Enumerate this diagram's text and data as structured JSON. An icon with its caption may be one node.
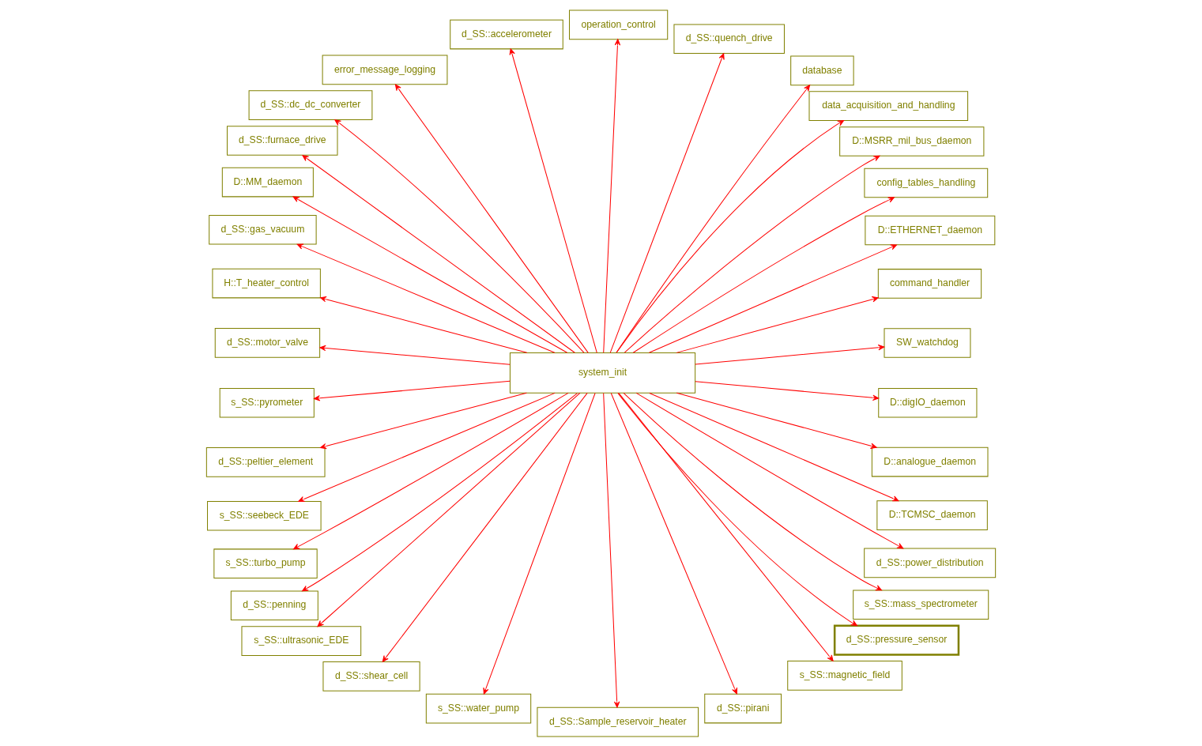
{
  "diagram": {
    "nodes": [
      {
        "text": [
          "SW_watchdog"
        ]
      },
      {
        "text": [
          "command_handler"
        ]
      },
      {
        "text": [
          "D::ETHERNET_daemon"
        ]
      },
      {
        "text": [
          "config_tables_handling"
        ]
      },
      {
        "text": [
          "D::MSRR_mil_bus_daemon"
        ]
      },
      {
        "text": [
          "data_acquisition_and_handling"
        ]
      },
      {
        "text": [
          "database"
        ]
      },
      {
        "text": [
          "d_SS::quench_drive"
        ]
      },
      {
        "text": [
          "operation_control"
        ]
      },
      {
        "text": [
          "d_SS::accelerometer"
        ]
      },
      {
        "text": [
          "error_message_logging"
        ]
      },
      {
        "text": [
          "d_SS::dc_dc_converter"
        ]
      },
      {
        "text": [
          "d_SS::furnace_drive"
        ]
      },
      {
        "text": [
          "D::MM_daemon"
        ]
      },
      {
        "text": [
          "d_SS::gas_vacuum"
        ]
      },
      {
        "text": [
          "H::T_heater_control"
        ]
      },
      {
        "text": [
          "system_init"
        ]
      },
      {
        "text": [
          "d_SS::motor_valve"
        ]
      },
      {
        "text": [
          "s_SS::pyrometer"
        ]
      },
      {
        "text": [
          "d_SS::peltier_element"
        ]
      },
      {
        "text": [
          "s_SS::seebeck_EDE"
        ]
      },
      {
        "text": [
          "s_SS::turbo_pump"
        ]
      },
      {
        "text": [
          "d_SS::penning"
        ]
      },
      {
        "text": [
          "s_SS::ultrasonic_EDE"
        ]
      },
      {
        "text": [
          "d_SS::shear_cell"
        ]
      },
      {
        "text": [
          "s_SS::water_pump"
        ]
      },
      {
        "text": [
          "d_SS::Sample_reservoir_heater"
        ]
      },
      {
        "text": [
          "d_SS::pirani"
        ]
      },
      {
        "text": [
          "s_SS::magnetic_field"
        ]
      },
      {
        "text": [
          "d_SS::pressure_sensor"
        ]
      },
      {
        "text": [
          "s_SS::mass_spectrometer"
        ]
      },
      {
        "text": [
          "d_SS::power_distribution"
        ]
      },
      {
        "text": [
          "D::TCMSC_daemon"
        ]
      },
      {
        "text": [
          "D::analogue_daemon"
        ]
      },
      {
        "text": [
          "D::digIO_daemon"
        ]
      }
    ],
    "edges": [
      {
        "from": 16,
        "to": 0,
        "arrow": "to"
      },
      {
        "from": 16,
        "to": 1,
        "arrow": "to"
      },
      {
        "from": 16,
        "to": 2,
        "arrow": "to"
      },
      {
        "from": 16,
        "to": 3,
        "arrow": "to"
      },
      {
        "from": 16,
        "to": 4,
        "arrow": "to"
      },
      {
        "from": 16,
        "to": 5,
        "arrow": "to"
      },
      {
        "from": 16,
        "to": 6,
        "arrow": "to"
      },
      {
        "from": 16,
        "to": 7,
        "arrow": "to"
      },
      {
        "from": 16,
        "to": 8,
        "arrow": "to"
      },
      {
        "from": 16,
        "to": 9,
        "arrow": "to"
      },
      {
        "from": 16,
        "to": 10,
        "arrow": "to"
      },
      {
        "from": 16,
        "to": 11,
        "arrow": "to"
      },
      {
        "from": 16,
        "to": 12,
        "arrow": "to"
      },
      {
        "from": 16,
        "to": 13,
        "arrow": "to"
      },
      {
        "from": 16,
        "to": 14,
        "arrow": "to"
      },
      {
        "from": 16,
        "to": 15,
        "arrow": "to"
      },
      {
        "from": 16,
        "to": 17,
        "arrow": "to"
      },
      {
        "from": 16,
        "to": 18,
        "arrow": "to"
      },
      {
        "from": 16,
        "to": 19,
        "arrow": "to"
      },
      {
        "from": 16,
        "to": 20,
        "arrow": "to"
      },
      {
        "from": 16,
        "to": 21,
        "arrow": "to"
      },
      {
        "from": 16,
        "to": 22,
        "arrow": "to"
      },
      {
        "from": 16,
        "to": 23,
        "arrow": "to"
      },
      {
        "from": 16,
        "to": 24,
        "arrow": "to"
      },
      {
        "from": 16,
        "to": 25,
        "arrow": "to"
      },
      {
        "from": 16,
        "to": 26,
        "arrow": "to"
      },
      {
        "from": 16,
        "to": 27,
        "arrow": "to"
      },
      {
        "from": 16,
        "to": 28,
        "arrow": "to"
      },
      {
        "from": 16,
        "to": 29,
        "arrow": "to"
      },
      {
        "from": 16,
        "to": 30,
        "arrow": "to"
      },
      {
        "from": 16,
        "to": 31,
        "arrow": "to"
      },
      {
        "from": 16,
        "to": 32,
        "arrow": "to"
      },
      {
        "from": 16,
        "to": 33,
        "arrow": "to"
      },
      {
        "from": 16,
        "to": 34,
        "arrow": "to"
      }
    ]
  }
}
